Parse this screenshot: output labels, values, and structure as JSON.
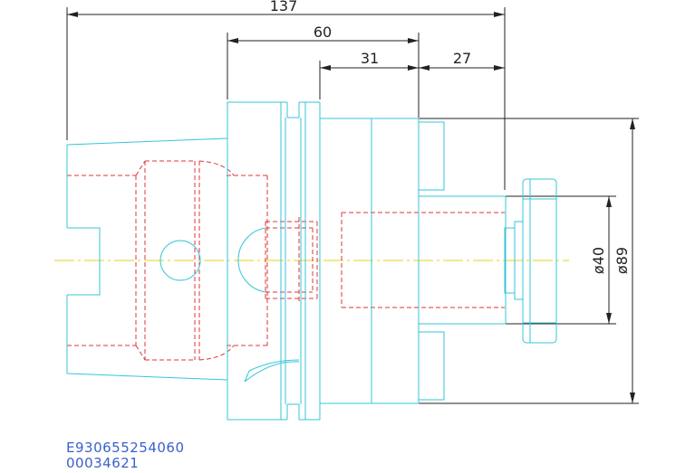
{
  "drawing": {
    "dimensions": {
      "overall_length": "137",
      "flange_to_nose": "60",
      "body_length": "31",
      "nose_length": "27",
      "bore_diameter": "ø40",
      "outer_diameter": "ø89"
    },
    "codes": {
      "part_number": "E930655254060",
      "serial_number": "00034621"
    },
    "colors": {
      "outline": "#35c5d8",
      "hidden": "#e03535",
      "centerline": "#e6d21c",
      "dimension": "#222222",
      "code_text": "#3a5fcd"
    }
  }
}
